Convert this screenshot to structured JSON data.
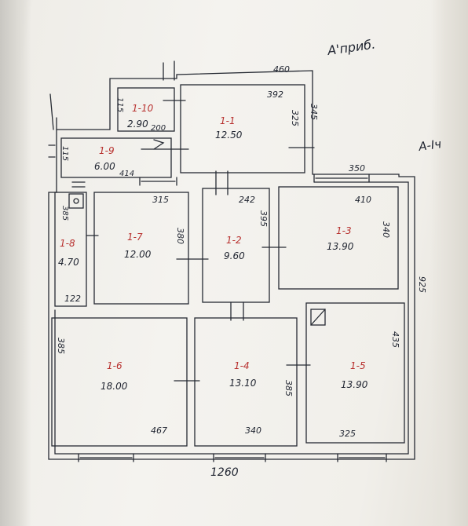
{
  "sheet": {
    "note_top": "А'приб.",
    "note_side": "А-Іч"
  },
  "rooms": [
    {
      "id": "1-1",
      "area": "12.50"
    },
    {
      "id": "1-2",
      "area": "9.60"
    },
    {
      "id": "1-3",
      "area": "13.90"
    },
    {
      "id": "1-4",
      "area": "13.10"
    },
    {
      "id": "1-5",
      "area": "13.90"
    },
    {
      "id": "1-6",
      "area": "18.00"
    },
    {
      "id": "1-7",
      "area": "12.00"
    },
    {
      "id": "1-8",
      "area": "4.70"
    },
    {
      "id": "1-9",
      "area": "6.00"
    },
    {
      "id": "1-10",
      "area": "2.90"
    }
  ],
  "dims": {
    "d460": "460",
    "d392": "392",
    "d325a": "325",
    "d345": "345",
    "d115a": "115",
    "d200": "200",
    "d115b": "115",
    "d414": "414",
    "d350": "350",
    "d410": "410",
    "d340a": "340",
    "d315": "315",
    "d380": "380",
    "d242": "242",
    "d395": "395",
    "d385a": "385",
    "d122": "122",
    "d925": "925",
    "d385b": "385",
    "d435": "435",
    "d385c": "385",
    "d467": "467",
    "d340b": "340",
    "d325b": "325",
    "d1260": "1260"
  }
}
